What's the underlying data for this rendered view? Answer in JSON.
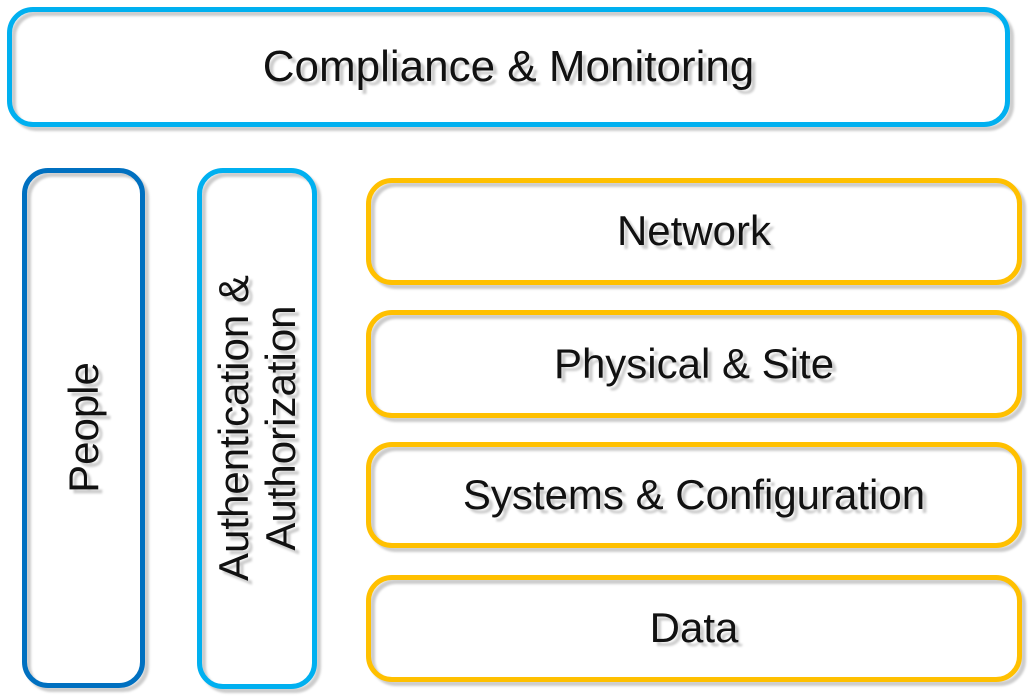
{
  "diagram": {
    "top_box": {
      "label": "Compliance & Monitoring",
      "border_color": "#00B0F0"
    },
    "left_boxes": [
      {
        "label": "People",
        "border_color": "#0070C0",
        "orientation": "vertical"
      },
      {
        "label": "Authentication & Authorization",
        "lines": [
          "Authentication &",
          "Authorization"
        ],
        "border_color": "#00B0F0",
        "orientation": "vertical"
      }
    ],
    "right_boxes": [
      {
        "label": "Network",
        "border_color": "#FFC000"
      },
      {
        "label": "Physical & Site",
        "border_color": "#FFC000"
      },
      {
        "label": "Systems & Configuration",
        "border_color": "#FFC000"
      },
      {
        "label": "Data",
        "border_color": "#FFC000"
      }
    ],
    "colors": {
      "accent_cyan": "#00B0F0",
      "accent_blue": "#0070C0",
      "accent_gold": "#FFC000",
      "text": "#111111",
      "background": "#FFFFFF",
      "shadow": "#D9D9D9"
    }
  }
}
